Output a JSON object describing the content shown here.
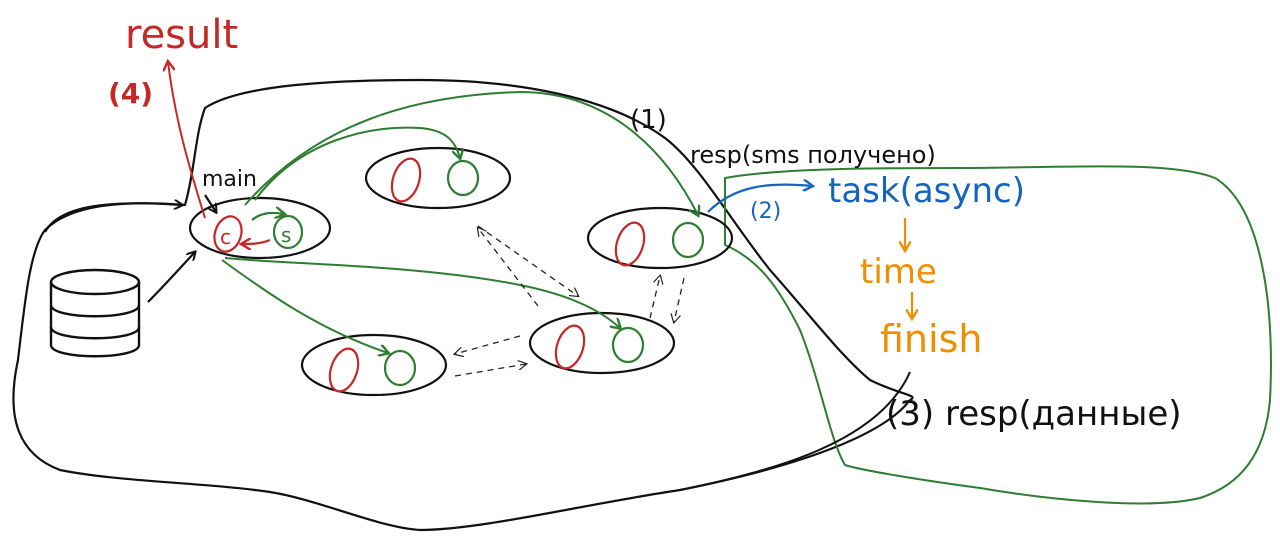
{
  "labels": {
    "result": "result",
    "step4": "(4)",
    "main": "main",
    "c": "c",
    "s": "s",
    "step1": "(1)",
    "resp_sms": "resp(sms получено)",
    "step2": "(2)",
    "task_async": "task(async)",
    "time": "time",
    "finish": "finish",
    "step3_resp": "(3)  resp(данные)"
  },
  "colors": {
    "ink": "#111111",
    "red": "#c62828",
    "green": "#2e7d32",
    "blue": "#1565c0",
    "orange": "#ef8f00"
  },
  "icons": {
    "database": "database-icon"
  }
}
